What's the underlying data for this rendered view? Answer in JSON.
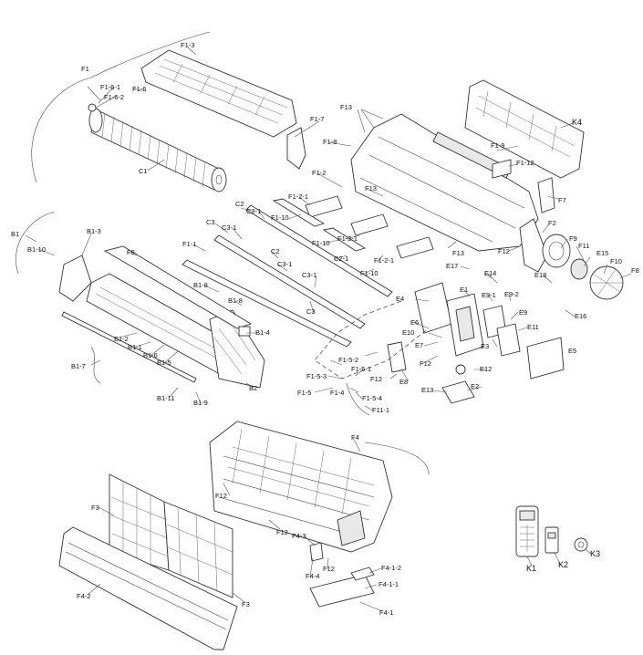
{
  "labels": {
    "F1": "F1",
    "F1_3": "F1-3",
    "F1_6_1": "F1-6-1",
    "F1_6_2": "F1-6-2",
    "F1_6": "F1-6",
    "C1": "C1",
    "F1_7": "F1-7",
    "F13_top": "F13",
    "F1_8": "F1-8",
    "F1_9": "F1-9",
    "K4": "K4",
    "F1_12": "F1-12",
    "F1_2": "F1-2",
    "F13_mid": "F13",
    "F7": "F7",
    "C2": "C2",
    "F1_2_1a": "F1-2-1",
    "F1_10a": "F1-10",
    "C2_1a": "C2-1",
    "C3": "C3",
    "C3_1a": "C3-1",
    "F2": "F2",
    "B1": "B1",
    "B1_3": "B1-3",
    "B1_10": "B1-10",
    "F1_10b": "F1-10",
    "F1_2_1b": "F1-2-1",
    "F13_low": "F13",
    "F12a": "F12",
    "F9": "F9",
    "F11": "F11",
    "F6": "F6",
    "F1_1": "F1-1",
    "C2_x": "C2",
    "C3_1b": "C3-1",
    "C2_1b": "C2-1",
    "F1_2_1c": "F1-2-1",
    "F1_10c": "F1-10",
    "E17": "E17",
    "E15": "E15",
    "F10": "F10",
    "F8": "F8",
    "E14": "E14",
    "E18": "E18",
    "B1_8a": "B1-8",
    "C3_1c": "C3-1",
    "E4": "E4",
    "E1": "E1",
    "E9_1": "E9-1",
    "E9_2": "E9-2",
    "B1_8b": "B1-8",
    "C3_x": "C3",
    "E9": "E9",
    "E16": "E16",
    "E6": "E6",
    "B1_4": "B1-4",
    "B1_2": "B1-2",
    "B1_1": "B1-1",
    "B1_6": "B1-6",
    "B1_5": "B1-5",
    "E10": "E10",
    "E11": "E11",
    "E7": "E7",
    "E3": "E3",
    "F12b": "F12",
    "E5": "E5",
    "B1_7": "B1-7",
    "F1_5_2": "F1-5-2",
    "F1_5_3": "F1-5-3",
    "F1_5_1": "F1-5-1",
    "E8": "E8",
    "F12c": "F12",
    "E12": "E12",
    "B2": "B2",
    "F1_5": "F1-5",
    "F1_4": "F1-4",
    "F1_5_4": "F1-5-4",
    "E13": "E13",
    "E2": "E2",
    "B1_11": "B1-11",
    "B1_9": "B1-9",
    "F11_1": "F11-1",
    "F4": "F4",
    "F12d": "F12",
    "F3a": "F3",
    "F12e": "F12",
    "F4_3": "F4-3",
    "F4_4": "F4-4",
    "F12f": "F12",
    "F4_1_2": "F4-1-2",
    "F4_1_1": "F4-1-1",
    "F4_1": "F4-1",
    "F3b": "F3",
    "F4_2": "F4-2",
    "K1": "K1",
    "K2": "K2",
    "K3": "K3"
  }
}
